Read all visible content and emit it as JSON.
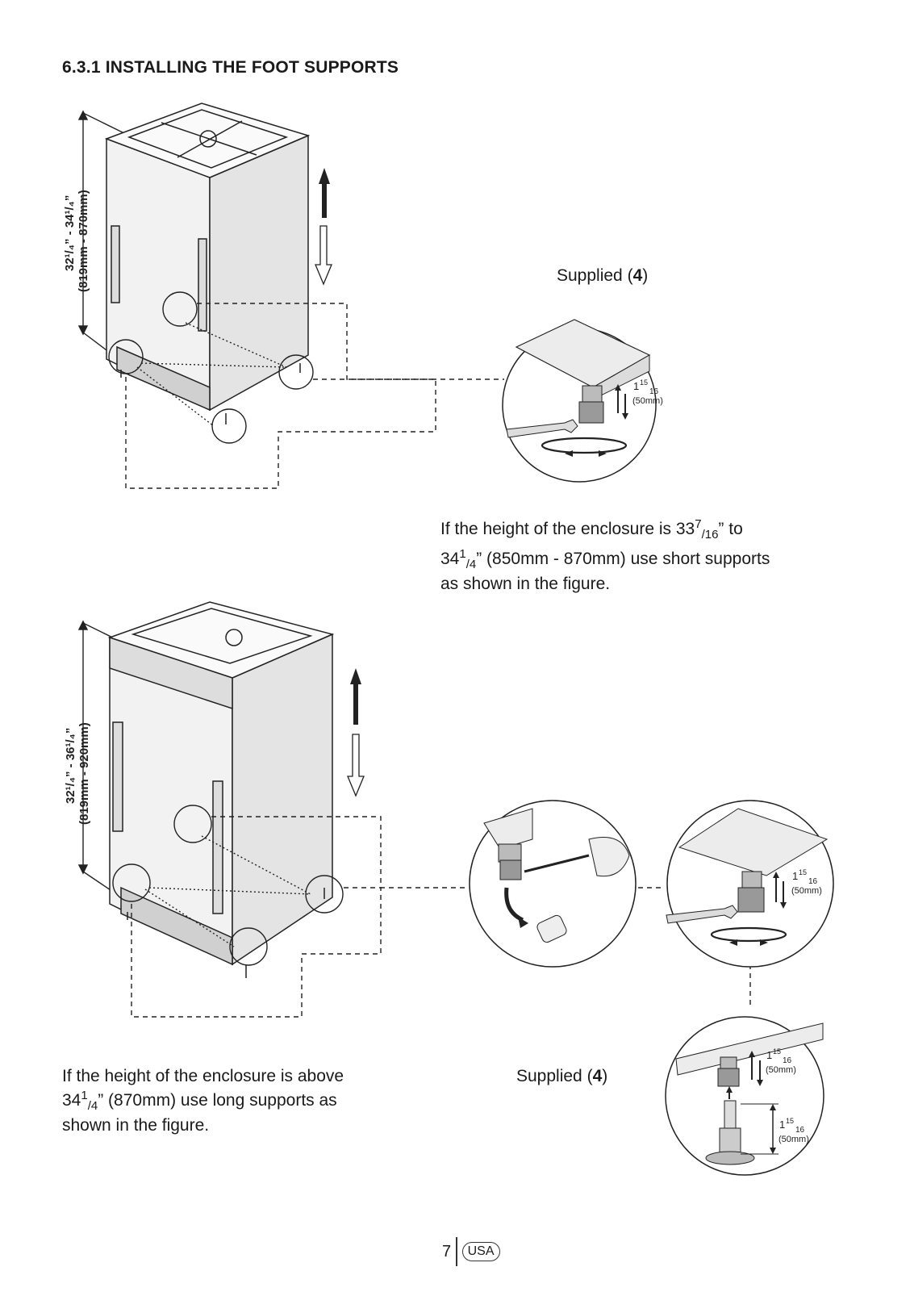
{
  "section_heading": "6.3.1 INSTALLING THE FOOT SUPPORTS",
  "figure_top": {
    "dimension_line1": "32¹/₄” - 34¹/₄”",
    "dimension_line2": "(819mm - 870mm)",
    "supplied_text": "Supplied (",
    "supplied_count": "4",
    "supplied_close": ")",
    "adjust_fraction_whole": "1",
    "adjust_fraction_num": "15",
    "adjust_fraction_den": "16",
    "adjust_metric": "(50mm)"
  },
  "note_short": {
    "line1_prefix": "If the height of the enclosure is 33",
    "line1_sup": "7",
    "line1_sub": "/16",
    "line1_suffix": "” to",
    "line2_prefix": "34",
    "line2_sup": "1",
    "line2_sub": "/4",
    "line2_suffix": "” (850mm - 870mm) use short supports",
    "line3": "as shown in the figure."
  },
  "figure_bottom": {
    "dimension_line1": "32¹/₄” - 36¹/₄”",
    "dimension_line2": "(819mm - 920mm)",
    "supplied_text": "Supplied (",
    "supplied_count": "4",
    "supplied_close": ")",
    "adjust_fraction_whole": "1",
    "adjust_fraction_num": "15",
    "adjust_fraction_den": "16",
    "adjust_metric": "(50mm)"
  },
  "note_long": {
    "line1": "If the height of the enclosure is above",
    "line2_prefix": "34",
    "line2_sup": "1",
    "line2_sub": "/4",
    "line2_suffix": "” (870mm) use long supports as",
    "line3": "shown in the figure."
  },
  "footer": {
    "page_number": "7",
    "region_badge": "USA"
  }
}
